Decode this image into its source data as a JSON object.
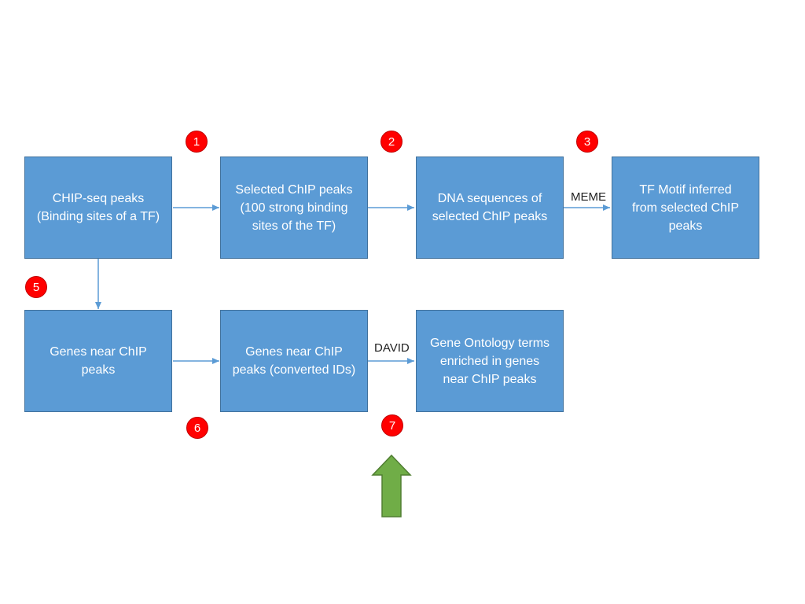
{
  "boxes": {
    "chip_peaks": "CHIP-seq peaks\n(Binding sites of a TF)",
    "selected_peaks": "Selected ChIP peaks\n(100 strong binding\nsites of the TF)",
    "dna_sequences": "DNA sequences of\nselected ChIP peaks",
    "tf_motif": "TF Motif inferred\nfrom selected ChIP\npeaks",
    "genes_near": "Genes near ChIP\npeaks",
    "genes_converted": "Genes near ChIP\npeaks (converted IDs)",
    "go_terms": "Gene Ontology terms\nenriched in genes\nnear ChIP peaks"
  },
  "edge_labels": {
    "meme": "MEME",
    "david": "DAVID"
  },
  "badges": {
    "b1": "1",
    "b2": "2",
    "b3": "3",
    "b5": "5",
    "b6": "6",
    "b7": "7"
  },
  "colors": {
    "box_fill": "#5b9bd5",
    "box_border": "#41719c",
    "badge_fill": "#ff0000",
    "connector": "#5b9bd5",
    "pointer_fill": "#70ad47",
    "pointer_border": "#507e32"
  }
}
